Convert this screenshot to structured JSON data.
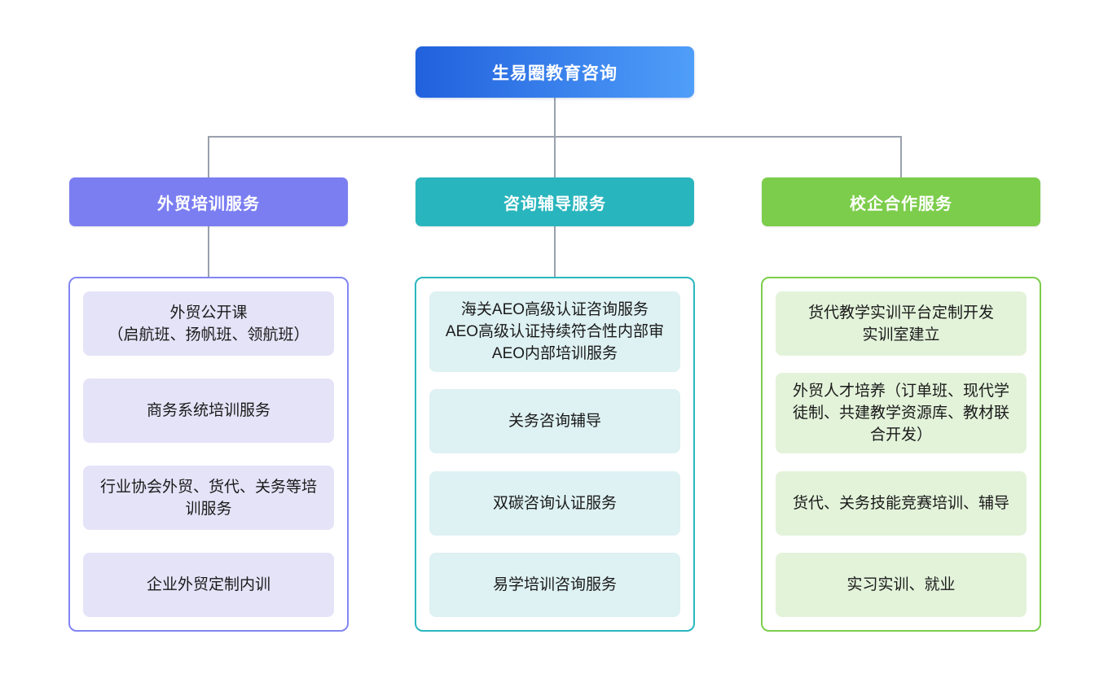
{
  "root": {
    "label": "生易圈教育咨询",
    "colors": {
      "gradient_start": "#2161dd",
      "gradient_end": "#4f9ef9"
    }
  },
  "connector_color": "#99a1ad",
  "branches": [
    {
      "label": "外贸培训服务",
      "colors": {
        "header": "#7b7ef1",
        "border": "#8286f2",
        "item_bg": "#e5e3f8"
      },
      "items": [
        "外贸公开课\n（启航班、扬帆班、领航班）",
        "商务系统培训服务",
        "行业协会外贸、货代、关务等培训服务",
        "企业外贸定制内训"
      ]
    },
    {
      "label": "咨询辅导服务",
      "colors": {
        "header": "#29b5bd",
        "border": "#2ab7be",
        "item_bg": "#def1f3"
      },
      "items": [
        "海关AEO高级认证咨询服务\nAEO高级认证持续符合性内部审\nAEO内部培训服务",
        "关务咨询辅导",
        "双碳咨询认证服务",
        "易学培训咨询服务"
      ]
    },
    {
      "label": "校企合作服务",
      "colors": {
        "header": "#7ccd4b",
        "border": "#7ccd4b",
        "item_bg": "#e3f3da"
      },
      "items": [
        "货代教学实训平台定制开发\n实训室建立",
        "外贸人才培养（订单班、现代学徒制、共建教学资源库、教材联合开发）",
        "货代、关务技能竞赛培训、辅导",
        "实习实训、就业"
      ]
    }
  ]
}
